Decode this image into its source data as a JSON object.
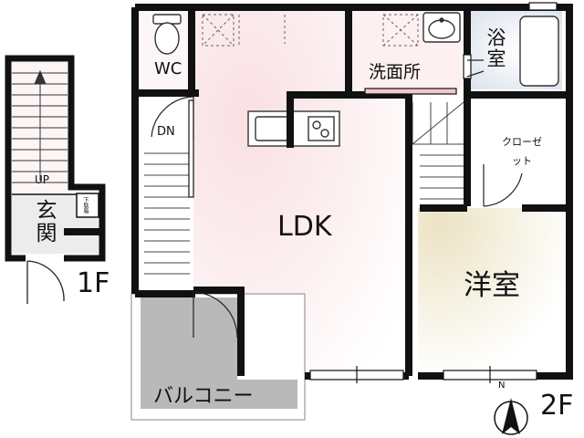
{
  "floors": {
    "first": {
      "floor_label": "1F",
      "rooms": {
        "genkan": "玄関",
        "stairs_up": "UP",
        "shoe_storage": "下駄箱"
      }
    },
    "second": {
      "floor_label": "2F",
      "rooms": {
        "wc": "WC",
        "stairs_down": "DN",
        "ldk": "LDK",
        "washroom": "洗面所",
        "bathroom": "浴室",
        "closet": "クローゼット",
        "western_room": "洋室",
        "balcony": "バルコニー"
      }
    }
  },
  "compass": {
    "north_label": "N"
  },
  "colors": {
    "wall": "#111111",
    "ldk_floor": "#fcebec",
    "western_floor": "#f6efd9",
    "bath_floor": "#e4eaf2",
    "balcony_floor": "#b9b9b9"
  }
}
